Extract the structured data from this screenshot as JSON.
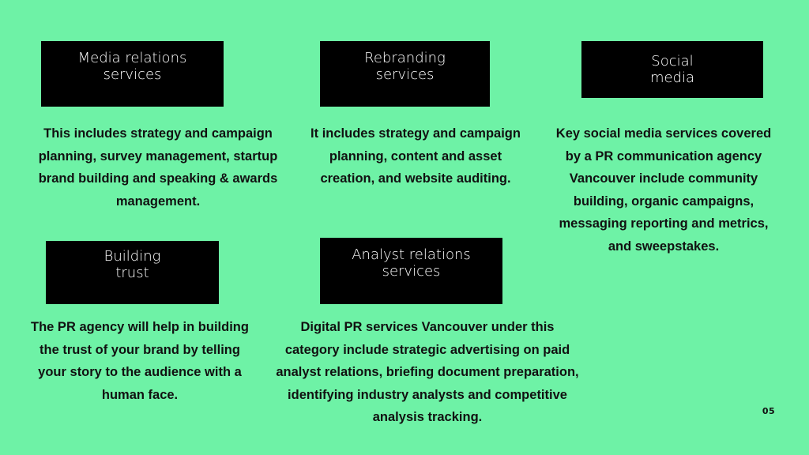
{
  "background_color": "#6ef2a6",
  "box_color": "#000000",
  "cards": [
    {
      "title": "Media relations\nservices",
      "description": "This includes strategy and campaign\nplanning, survey management, startup\nbrand building and speaking & awards\nmanagement."
    },
    {
      "title": "Rebranding\nservices",
      "description": "It includes strategy and campaign\nplanning, content and asset\ncreation, and website auditing."
    },
    {
      "title": "Social\nmedia",
      "description": "Key social media services covered\nby a PR communication agency\nVancouver include community\nbuilding, organic campaigns,\nmessaging reporting and metrics,\nand sweepstakes."
    },
    {
      "title": "Building\ntrust",
      "description": "The PR agency will help in building\nthe trust of your brand by telling\nyour story to the audience with a\nhuman face."
    },
    {
      "title": "Analyst relations\nservices",
      "description": "Digital PR services Vancouver under this\ncategory include strategic advertising on paid\nanalyst relations, briefing document preparation,\nidentifying industry analysts and competitive\nanalysis tracking."
    }
  ],
  "page_number": "05"
}
